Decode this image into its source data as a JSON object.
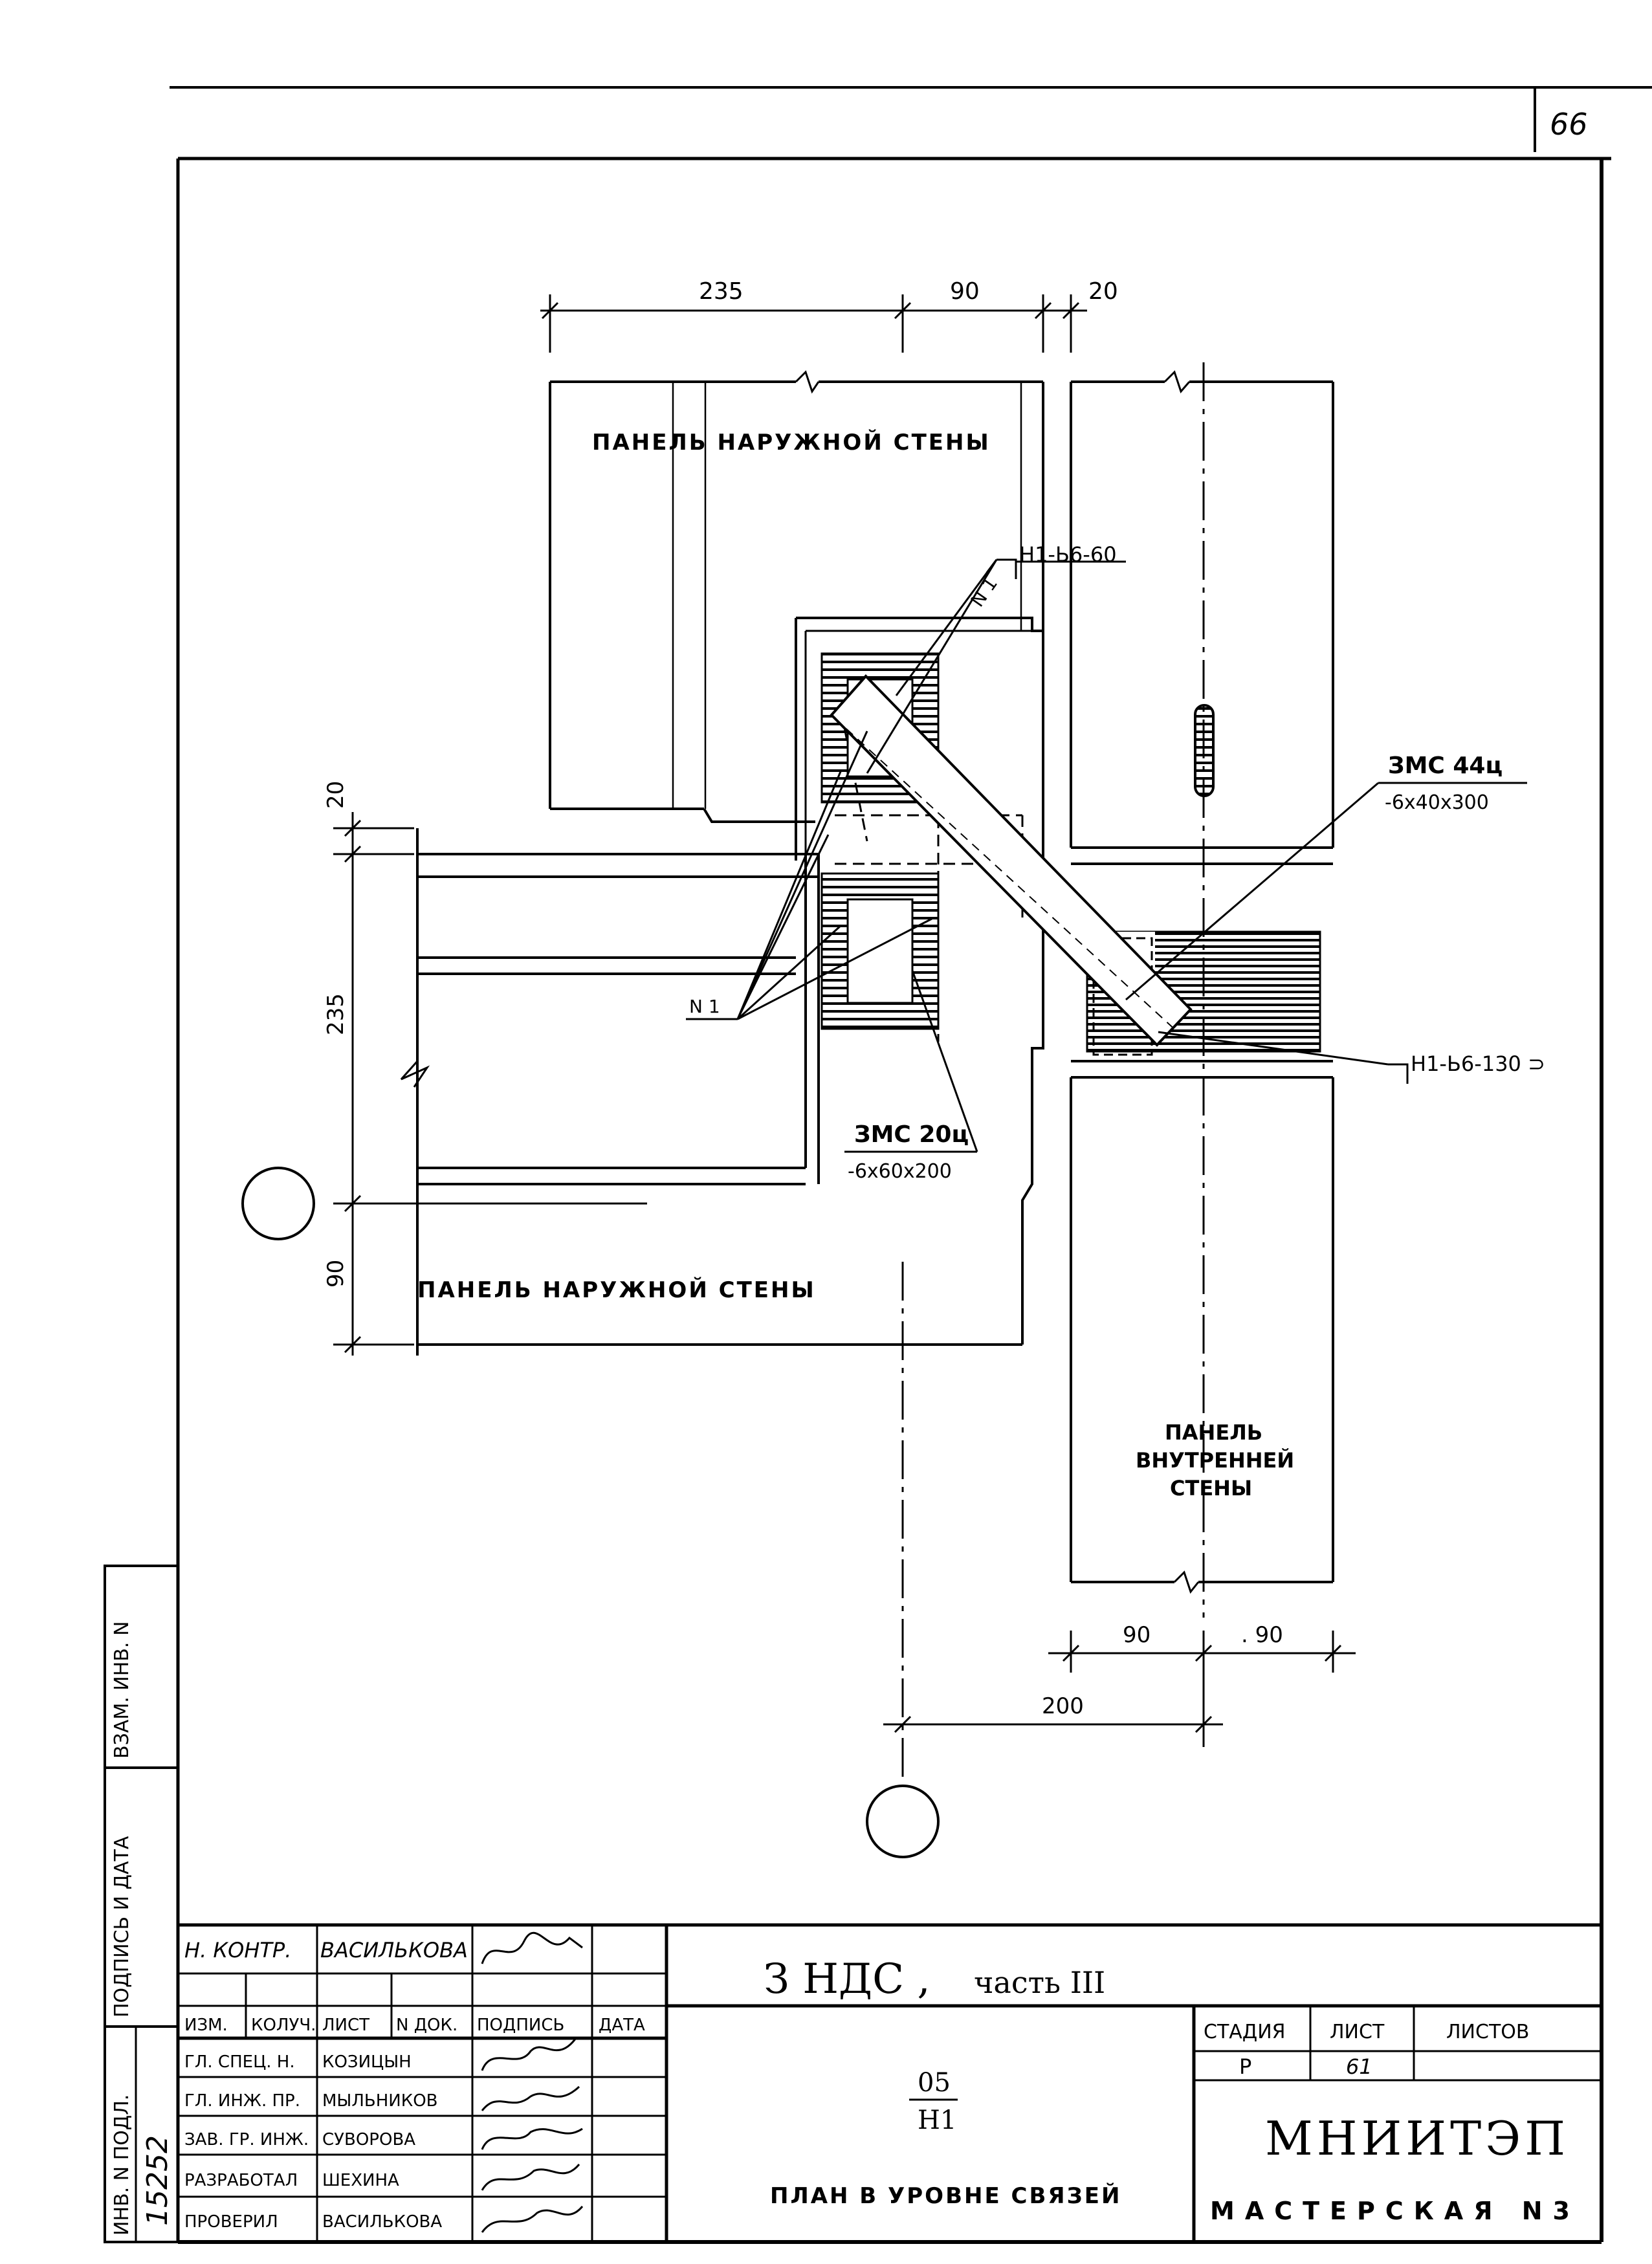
{
  "sheet_number": "66",
  "labels": {
    "outer_wall_top": "ПАНЕЛЬ НАРУЖНОЙ СТЕНЫ",
    "outer_wall_bottom": "ПАНЕЛЬ НАРУЖНОЙ СТЕНЫ",
    "inner_wall_line1": "ПАНЕЛЬ",
    "inner_wall_line2": "ВНУТРЕННЕЙ",
    "inner_wall_line3": "СТЕНЫ",
    "tie_h1_60": "Н1-Ь6-60",
    "tie_h1_130": "Н1-Ь6-130 ⊃",
    "zmc44_title": "ЗМС 44ц",
    "zmc44_size": "-6х40х300",
    "zmc20_title": "ЗМС 20ц",
    "zmc20_size": "-6х60х200",
    "n1_left": "N 1",
    "n1_top": "N 1"
  },
  "dimensions": {
    "top_235": "235",
    "top_90": "90",
    "top_20": "20",
    "left_20": "20",
    "left_235": "235",
    "left_90": "90",
    "bottom_90a": "90",
    "bottom_90b": ". 90",
    "bottom_200": "200"
  },
  "side_stamp": {
    "vzam": "ВЗАМ. ИНВ. N",
    "podpis": "ПОДПИСЬ И ДАТА",
    "inv": "ИНВ. N ПОДЛ.",
    "inv_number": "15252"
  },
  "title_block": {
    "norm_control_role": "Н. КОНТР.",
    "norm_control_name": "ВАСИЛЬКОВА",
    "project_title": "З НДС ,",
    "project_part": "часть III",
    "col_izm": "ИЗМ.",
    "col_koluch": "КОЛУЧ.",
    "col_list": "ЛИСТ",
    "col_ndok": "N ДОК.",
    "col_podpis": "ПОДПИСЬ",
    "col_data": "ДАТА",
    "staff": [
      {
        "role": "ГЛ. СПЕЦ. Н.",
        "name": "КОЗИЦЫН"
      },
      {
        "role": "ГЛ. ИНЖ. ПР.",
        "name": "МЫЛЬНИКОВ"
      },
      {
        "role": "ЗАВ. ГР. ИНЖ.",
        "name": "СУВОРОВА"
      },
      {
        "role": "РАЗРАБОТАЛ",
        "name": "ШЕХИНА"
      },
      {
        "role": "ПРОВЕРИЛ",
        "name": "ВАСИЛЬКОВА"
      }
    ],
    "drawing_code_num": "05",
    "drawing_code_den": "Н1",
    "drawing_name": "ПЛАН В УРОВНЕ СВЯЗЕЙ",
    "stage_label": "СТАДИЯ",
    "sheet_label": "ЛИСТ",
    "sheets_label": "ЛИСТОВ",
    "stage_value": "Р",
    "sheet_value": "61",
    "org_name": "МНИИТЭП",
    "org_sub": "МАСТЕРСКАЯ N3"
  }
}
